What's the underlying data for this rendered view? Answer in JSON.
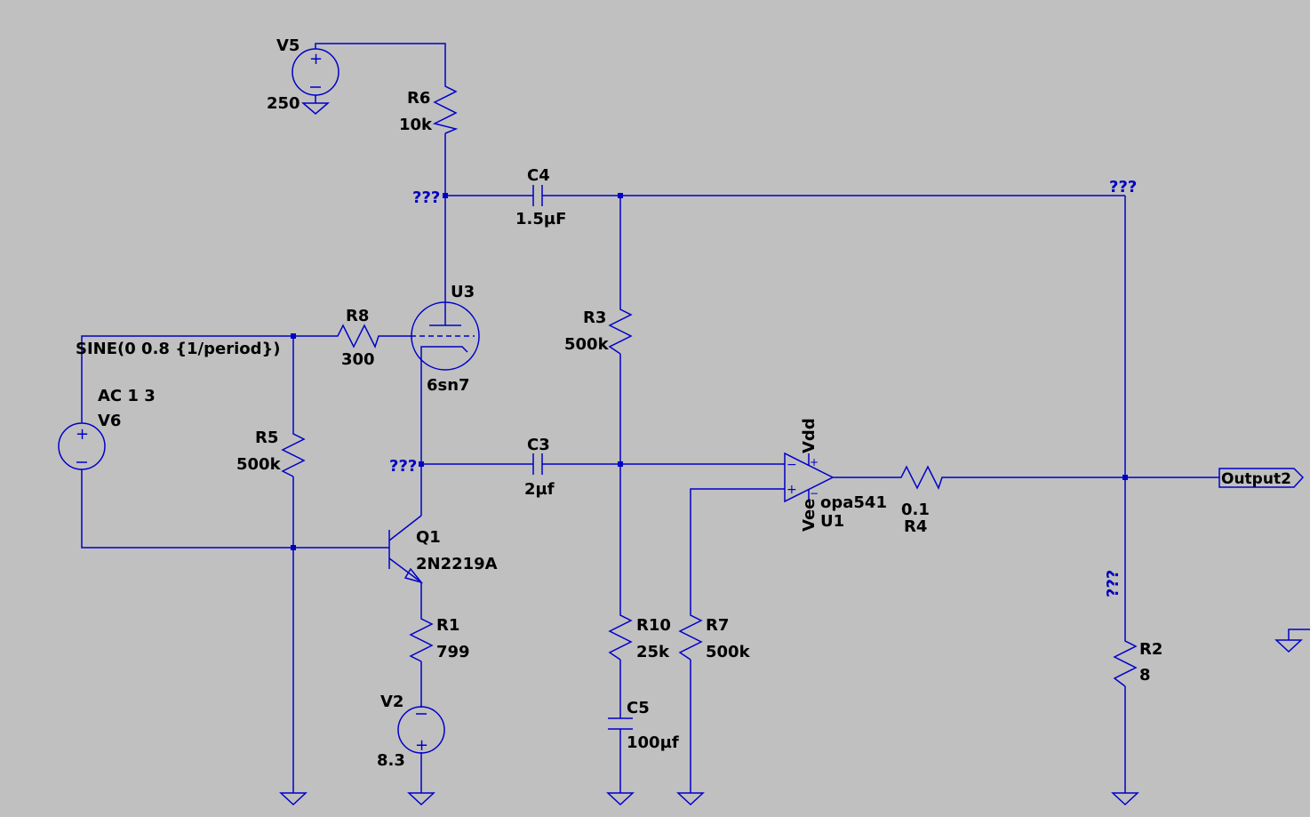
{
  "schematic": {
    "background_color": "#c0c0c0",
    "wire_color": "#0000c8",
    "net_label_color": "#0000c0",
    "components": {
      "V5": {
        "ref": "V5",
        "value": "250"
      },
      "R6": {
        "ref": "R6",
        "value": "10k"
      },
      "C4": {
        "ref": "C4",
        "value": "1.5µF"
      },
      "U3": {
        "ref": "U3",
        "value": "6sn7"
      },
      "R8": {
        "ref": "R8",
        "value": "300"
      },
      "V6": {
        "ref": "V6",
        "value": "SINE(0 0.8 {1/period})",
        "ac": "AC 1 3"
      },
      "R5": {
        "ref": "R5",
        "value": "500k"
      },
      "R3": {
        "ref": "R3",
        "value": "500k"
      },
      "C3": {
        "ref": "C3",
        "value": "2µf"
      },
      "Q1": {
        "ref": "Q1",
        "value": "2N2219A"
      },
      "R1": {
        "ref": "R1",
        "value": "799"
      },
      "V2": {
        "ref": "V2",
        "value": "8.3"
      },
      "R10": {
        "ref": "R10",
        "value": "25k"
      },
      "C5": {
        "ref": "C5",
        "value": "100µf"
      },
      "R7": {
        "ref": "R7",
        "value": "500k"
      },
      "U1": {
        "ref": "U1",
        "value": "opa541",
        "vdd": "Vdd",
        "vee": "Vee"
      },
      "R4": {
        "ref": "R4",
        "value": "0.1"
      },
      "R2": {
        "ref": "R2",
        "value": "8"
      }
    },
    "net_labels": {
      "plate_node": "???",
      "collector_node": "???",
      "top_right_node": "???",
      "output_node": "???"
    },
    "output_port": "Output2"
  }
}
